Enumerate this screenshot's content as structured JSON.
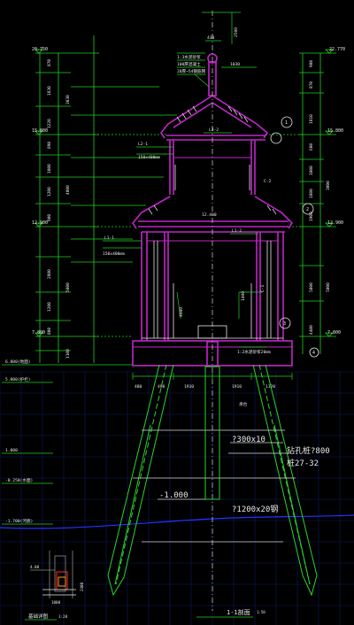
{
  "colors": {
    "background": "#000000",
    "dim_green": "#1fd21f",
    "structure_magenta": "#c026c9",
    "text_white": "#e8e8e8",
    "dashed_white": "#d9d9d9",
    "pile_green": "#2ad52a",
    "grid_blue": "#0d1d5e",
    "water_blue": "#2233ff",
    "red_detail": "#ff2a2a",
    "orange_detail": "#ff9a1a",
    "grey": "#8a8a8a"
  },
  "elevations": {
    "top_left": "20.750",
    "top_right": "22.770",
    "upper_left": "15.800",
    "upper_right": "15.800",
    "mid_left": "12.900",
    "mid_right": "12.900",
    "platform_left": "7.800",
    "platform_right": "7.800",
    "ground": "6.800(地面)",
    "level_5800": "5.800(护栏)",
    "level_1000": "1.000",
    "level_neg0250": "-0.250(水面)",
    "level_neg1700": "-1.700(河底)",
    "neg1000": "-1.000"
  },
  "labels": {
    "roof_spec_1": "1:3水泥砂浆",
    "roof_spec_2": "100厚混凝土",
    "roof_spec_3": "20厚~54钢筋网",
    "top_dim": "2500",
    "top_small": "430",
    "ridge_dim": "1030",
    "beam_l3": "L3-2",
    "beam_l2": "L2-1",
    "beam_l2_size": "150x400mm",
    "beam_l1": "L1-1",
    "beam_l1_size": "150x400mm",
    "beam_l1_2": "L1-2",
    "dim_12400": "12.400",
    "col_c2": "C-2",
    "col_c1": "C-1",
    "col_c1_dim": "1400",
    "platform_note": "1:2水泥砂浆20mm",
    "platform_beam": "基础梁",
    "pile_cap": "承台",
    "dim_1910_left": "1910",
    "dim_1910_right": "1910",
    "dim_480": "480",
    "dim_1120": "1120",
    "dim_490": "490",
    "pile_spec_1": "?300x10",
    "pile_spec_2": "钻孔桩?800",
    "pile_spec_3": "桩27-32",
    "pile_spec_4": "?1200x20钢",
    "section_title": "1-1剖面",
    "section_scale": "1:50",
    "detail_label": "基础详图",
    "detail_scale": "1:20",
    "detail_dim": "4.00",
    "detail_dim_2": "2400",
    "detail_dim_3": "1000",
    "node_1": "1",
    "node_2": "2",
    "node_3": "3",
    "node_4": "4",
    "dim_4080": "4080"
  }
}
